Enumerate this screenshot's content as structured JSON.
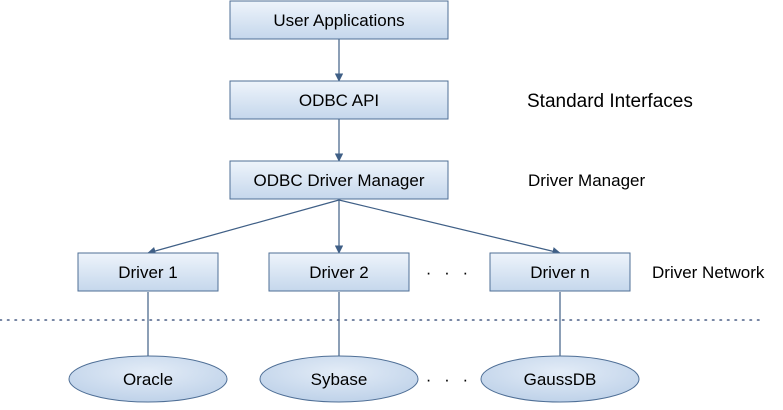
{
  "layers": {
    "user_applications": "User Applications",
    "odbc_api": "ODBC API",
    "driver_manager": "ODBC Driver Manager"
  },
  "drivers": [
    "Driver 1",
    "Driver 2",
    "Driver n"
  ],
  "databases": [
    "Oracle",
    "Sybase",
    "GaussDB"
  ],
  "ellipsis": "· · ·",
  "side_labels": {
    "standard_interfaces": "Standard Interfaces",
    "driver_manager": "Driver Manager",
    "driver_network": "Driver Network"
  },
  "colors": {
    "box_fill_top": "#eef4fb",
    "box_fill_bottom": "#c5d7ec",
    "box_stroke": "#4f6f96",
    "line": "#3f5f86",
    "separator": "#4a5f86"
  }
}
